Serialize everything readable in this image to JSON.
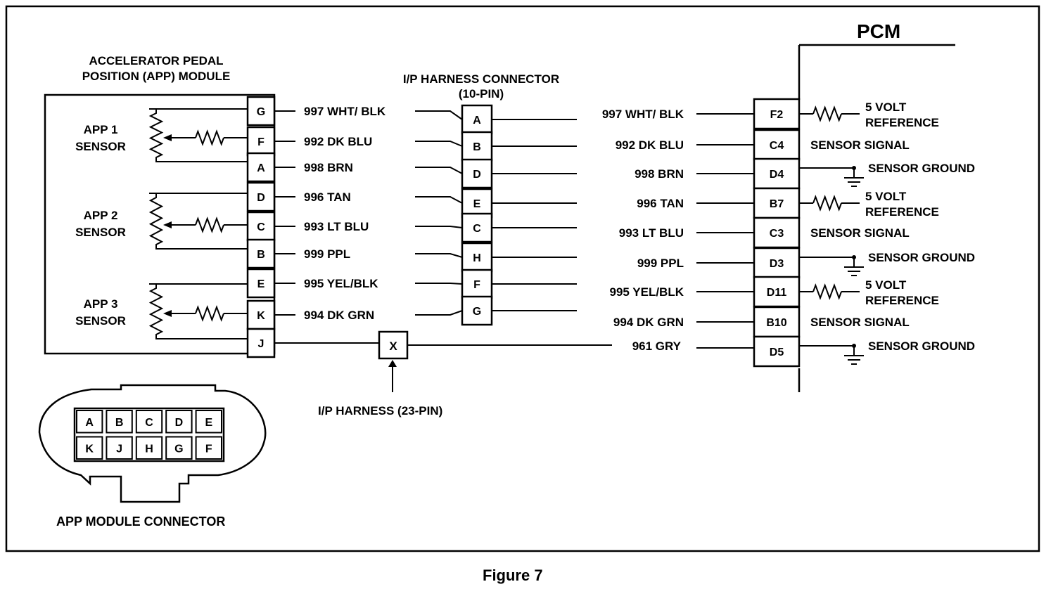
{
  "figure_caption": "Figure 7",
  "pcm": {
    "title": "PCM",
    "pins": [
      "F2",
      "C4",
      "D4",
      "B7",
      "C3",
      "D3",
      "D11",
      "B10",
      "D5"
    ],
    "functions": [
      "5 VOLT\nREFERENCE",
      "SENSOR SIGNAL",
      "SENSOR GROUND",
      "5 VOLT\nREFERENCE",
      "SENSOR SIGNAL",
      "SENSOR GROUND",
      "5 VOLT\nREFERENCE",
      "SENSOR SIGNAL",
      "SENSOR GROUND"
    ]
  },
  "app_module": {
    "title": "ACCELERATOR PEDAL\nPOSITION (APP) MODULE",
    "pins": [
      "G",
      "F",
      "A",
      "D",
      "C",
      "B",
      "E",
      "K",
      "J"
    ],
    "sensors": [
      "APP 1\nSENSOR",
      "APP 2\nSENSOR",
      "APP 3\nSENSOR"
    ]
  },
  "ip_connector_10": {
    "title": "I/P HARNESS CONNECTOR\n(10-PIN)",
    "pins": [
      "A",
      "B",
      "D",
      "E",
      "C",
      "H",
      "F",
      "G"
    ]
  },
  "ip_connector_23": {
    "pin": "X",
    "label": "I/P HARNESS (23-PIN)"
  },
  "wires_left": [
    "997 WHT/ BLK",
    "992 DK BLU",
    "998 BRN",
    "996 TAN",
    "993 LT BLU",
    "999 PPL",
    "995 YEL/BLK",
    "994 DK GRN"
  ],
  "wires_right": [
    "997 WHT/ BLK",
    "992 DK BLU",
    "998 BRN",
    "996 TAN",
    "993 LT BLU",
    "999 PPL",
    "995 YEL/BLK",
    "994 DK GRN",
    "961 GRY"
  ],
  "module_connector": {
    "label": "APP MODULE CONNECTOR",
    "row1": [
      "A",
      "B",
      "C",
      "D",
      "E"
    ],
    "row2": [
      "K",
      "J",
      "H",
      "G",
      "F"
    ]
  }
}
